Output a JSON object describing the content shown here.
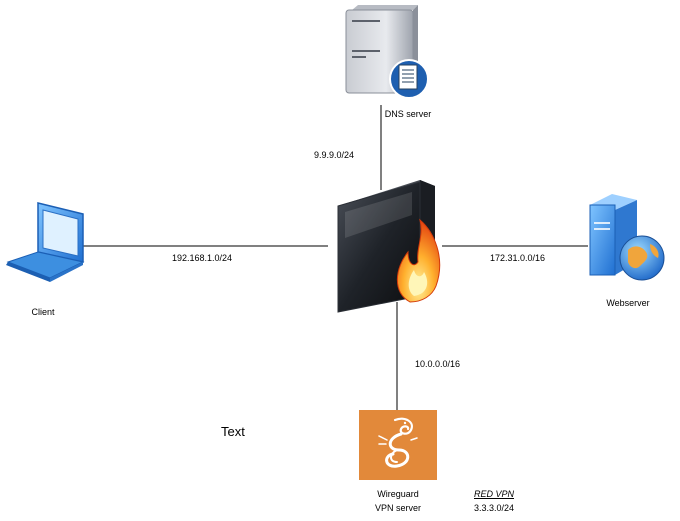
{
  "nodes": {
    "dns": {
      "label": "DNS server",
      "icon": "dns-server-icon"
    },
    "client": {
      "label": "Client",
      "icon": "laptop-icon"
    },
    "webserver": {
      "label": "Webserver",
      "icon": "web-server-icon"
    },
    "firewall": {
      "icon": "firewall-icon"
    },
    "vpn": {
      "label_line1": "Wireguard",
      "label_line2": "VPN server",
      "icon": "wireguard-icon"
    }
  },
  "networks": {
    "dns_net": "9.9.9.0/24",
    "client_net": "192.168.1.0/24",
    "web_net": "172.31.0.0/16",
    "vpn_net": "10.0.0.0/16"
  },
  "free_text": "Text",
  "vpn_note": {
    "title": "RED VPN",
    "subnet": "3.3.3.0/24"
  },
  "colors": {
    "wireguard_orange": "#E2893A",
    "flame_orange": "#F26B1D",
    "laptop_blue": "#2F7FD8"
  }
}
